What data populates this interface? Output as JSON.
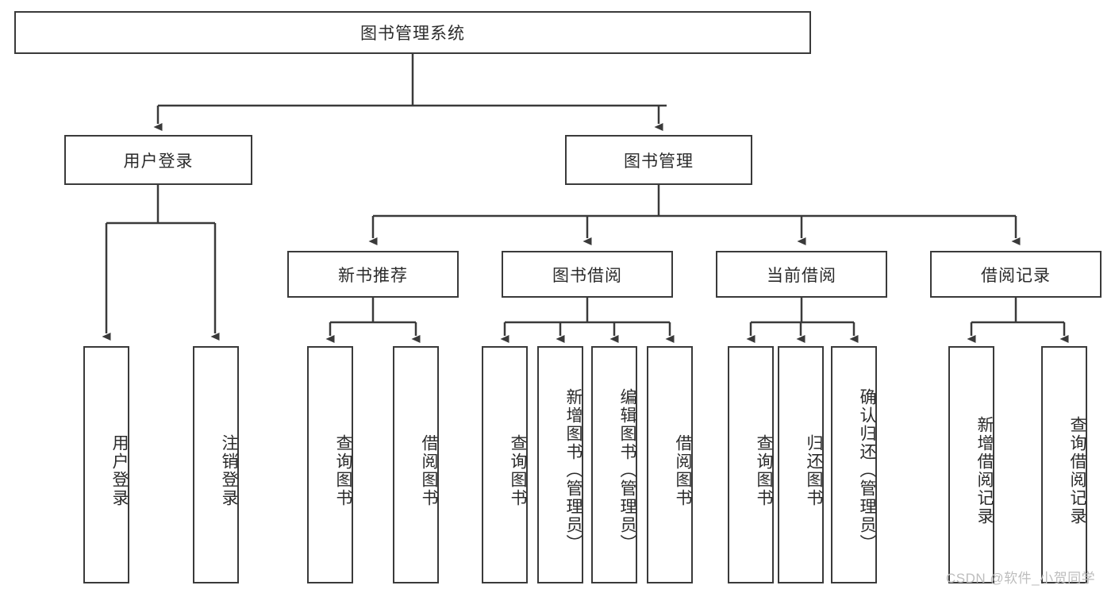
{
  "diagram": {
    "title": "图书管理系统",
    "type": "tree-hierarchy-diagram",
    "root": {
      "id": "root",
      "label": "图书管理系统"
    },
    "level2": [
      {
        "id": "user-login",
        "label": "用户登录"
      },
      {
        "id": "book-management",
        "label": "图书管理"
      }
    ],
    "level3": [
      {
        "id": "new-book-recommend",
        "label": "新书推荐",
        "parent": "book-management"
      },
      {
        "id": "book-borrow",
        "label": "图书借阅",
        "parent": "book-management"
      },
      {
        "id": "current-borrow",
        "label": "当前借阅",
        "parent": "book-management"
      },
      {
        "id": "borrow-record",
        "label": "借阅记录",
        "parent": "book-management"
      }
    ],
    "leaves": {
      "user_login": [
        {
          "id": "leaf-user-login",
          "label": "用户登录"
        },
        {
          "id": "leaf-logout-login",
          "label": "注销登录"
        }
      ],
      "new_book_recommend": [
        {
          "id": "leaf-query-book-1",
          "label": "查询图书"
        },
        {
          "id": "leaf-borrow-book-1",
          "label": "借阅图书"
        }
      ],
      "book_borrow": [
        {
          "id": "leaf-query-book-2",
          "label": "查询图书"
        },
        {
          "id": "leaf-add-book",
          "label": "新增图书（管理员）"
        },
        {
          "id": "leaf-edit-book",
          "label": "编辑图书（管理员）"
        },
        {
          "id": "leaf-borrow-book-2",
          "label": "借阅图书"
        }
      ],
      "current_borrow": [
        {
          "id": "leaf-query-book-3",
          "label": "查询图书"
        },
        {
          "id": "leaf-return-book",
          "label": "归还图书"
        },
        {
          "id": "leaf-confirm-return",
          "label": "确认归还（管理员）"
        }
      ],
      "borrow_record": [
        {
          "id": "leaf-add-record",
          "label": "新增借阅记录"
        },
        {
          "id": "leaf-query-record",
          "label": "查询借阅记录"
        }
      ]
    },
    "colors": {
      "stroke": "#3a3a3a",
      "fill": "#ffffff",
      "text": "#2b2b2b",
      "watermark": "#bdbdbd"
    }
  },
  "watermark": {
    "text": "CSDN @软件_小贺同学"
  }
}
